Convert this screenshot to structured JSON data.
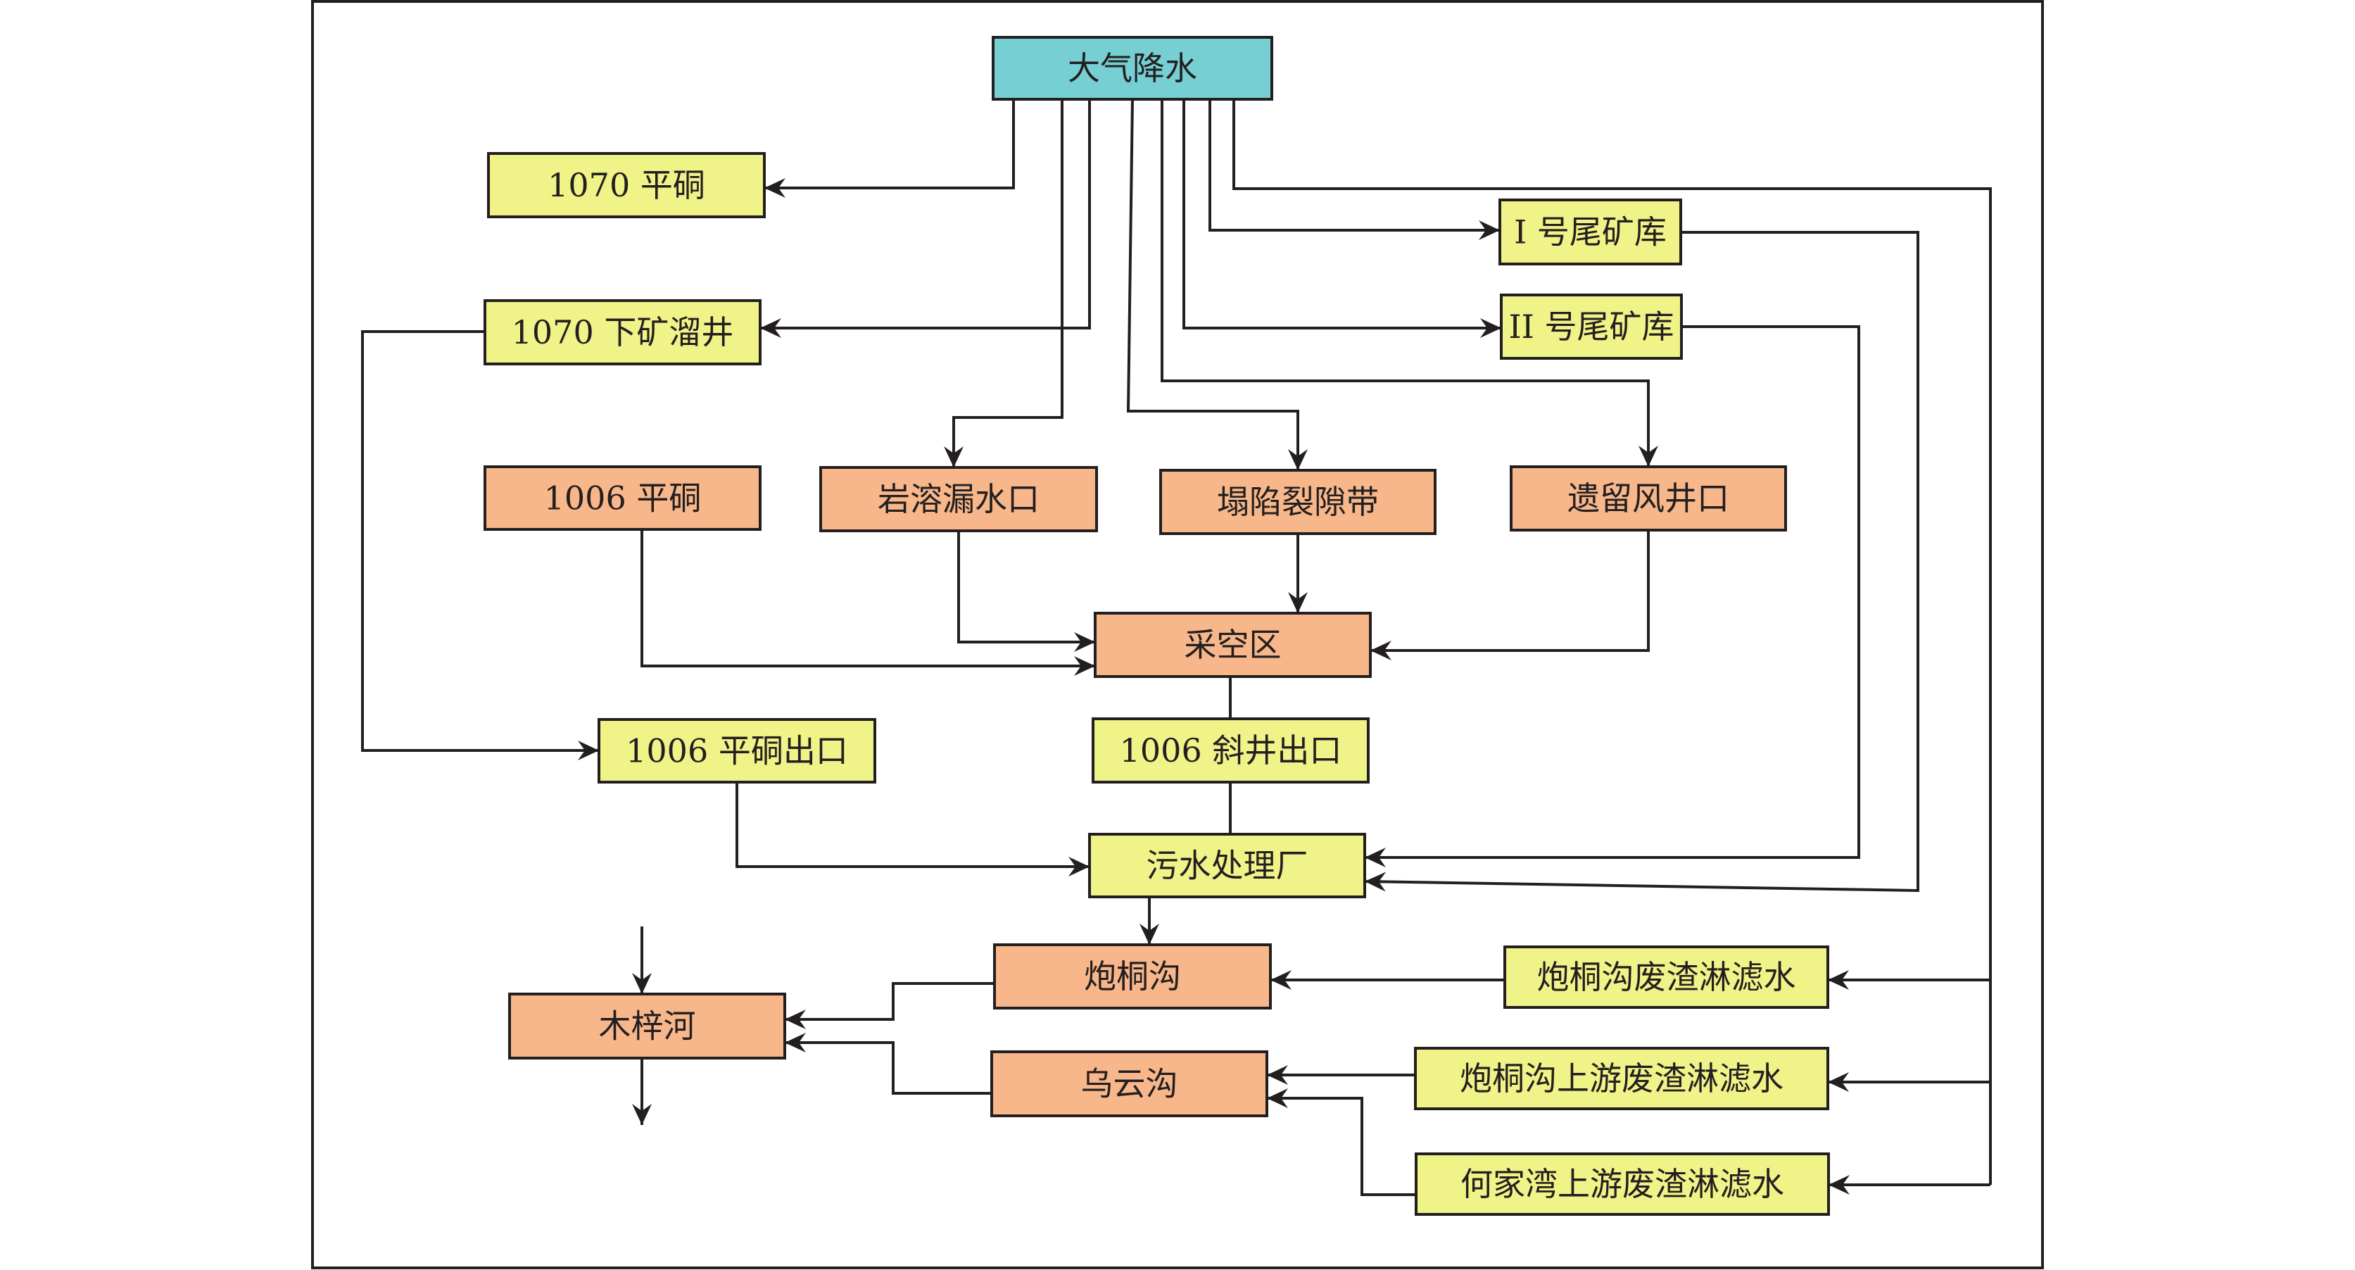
{
  "title": "水流路径示意图",
  "colors": {
    "source": "#76cfd2",
    "yellow": "#f0f387",
    "orange": "#f7b78a",
    "stroke": "#231f20"
  },
  "nodes": {
    "precipitation": {
      "label": "大气降水",
      "style": "source"
    },
    "adit_1070": {
      "label": "1070 平硐",
      "style": "yellow"
    },
    "ore_pass_1070": {
      "label": "1070 下矿溜井",
      "style": "yellow"
    },
    "tailings_1": {
      "label": "I 号尾矿库",
      "style": "yellow"
    },
    "tailings_2": {
      "label": "II 号尾矿库",
      "style": "yellow"
    },
    "adit_1006": {
      "label": "1006 平硐",
      "style": "orange"
    },
    "karst_leak": {
      "label": "岩溶漏水口",
      "style": "orange"
    },
    "collapse_fracture": {
      "label": "塌陷裂隙带",
      "style": "orange"
    },
    "old_air_shaft": {
      "label": "遗留风井口",
      "style": "orange"
    },
    "goaf": {
      "label": "采空区",
      "style": "orange"
    },
    "adit_1006_outlet": {
      "label": "1006 平硐出口",
      "style": "yellow"
    },
    "incline_1006_outlet": {
      "label": "1006 斜井出口",
      "style": "yellow"
    },
    "sewage_plant": {
      "label": "污水处理厂",
      "style": "yellow"
    },
    "paotong_gully": {
      "label": "炮桐沟",
      "style": "orange"
    },
    "wuyun_gully": {
      "label": "乌云沟",
      "style": "orange"
    },
    "muzi_river": {
      "label": "木梓河",
      "style": "orange"
    },
    "paotong_leachate": {
      "label": "炮桐沟废渣淋滤水",
      "style": "yellow"
    },
    "paotong_upstream_leachate": {
      "label": "炮桐沟上游废渣淋滤水",
      "style": "yellow"
    },
    "hejiawan_upstream_leachate": {
      "label": "何家湾上游废渣淋滤水",
      "style": "yellow"
    }
  },
  "edges": [
    {
      "from": "precipitation",
      "to": "adit_1070"
    },
    {
      "from": "precipitation",
      "to": "ore_pass_1070"
    },
    {
      "from": "precipitation",
      "to": "karst_leak"
    },
    {
      "from": "precipitation",
      "to": "collapse_fracture"
    },
    {
      "from": "precipitation",
      "to": "old_air_shaft"
    },
    {
      "from": "precipitation",
      "to": "tailings_1"
    },
    {
      "from": "precipitation",
      "to": "tailings_2"
    },
    {
      "from": "precipitation",
      "to": "paotong_leachate"
    },
    {
      "from": "precipitation",
      "to": "paotong_upstream_leachate"
    },
    {
      "from": "precipitation",
      "to": "hejiawan_upstream_leachate"
    },
    {
      "from": "ore_pass_1070",
      "to": "adit_1006_outlet"
    },
    {
      "from": "adit_1006",
      "to": "goaf"
    },
    {
      "from": "karst_leak",
      "to": "goaf"
    },
    {
      "from": "collapse_fracture",
      "to": "goaf"
    },
    {
      "from": "old_air_shaft",
      "to": "goaf"
    },
    {
      "from": "goaf",
      "to": "incline_1006_outlet"
    },
    {
      "from": "incline_1006_outlet",
      "to": "sewage_plant"
    },
    {
      "from": "adit_1006_outlet",
      "to": "sewage_plant"
    },
    {
      "from": "tailings_2",
      "to": "sewage_plant"
    },
    {
      "from": "tailings_1",
      "to": "sewage_plant"
    },
    {
      "from": "sewage_plant",
      "to": "paotong_gully"
    },
    {
      "from": "paotong_leachate",
      "to": "paotong_gully"
    },
    {
      "from": "paotong_upstream_leachate",
      "to": "wuyun_gully"
    },
    {
      "from": "hejiawan_upstream_leachate",
      "to": "wuyun_gully"
    },
    {
      "from": "paotong_gully",
      "to": "muzi_river"
    },
    {
      "from": "wuyun_gully",
      "to": "muzi_river"
    },
    {
      "from": "upstream",
      "to": "muzi_river"
    },
    {
      "from": "muzi_river",
      "to": "downstream"
    }
  ]
}
